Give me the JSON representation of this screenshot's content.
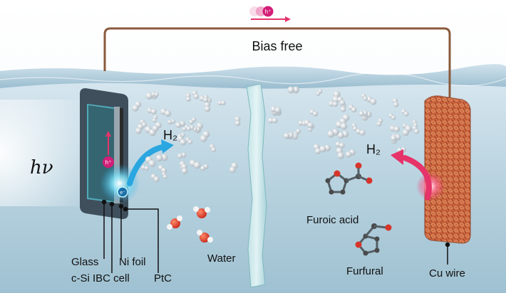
{
  "diagram": {
    "title": "Bias free",
    "hole_symbol": "h⁺",
    "electron_symbol": "e⁻",
    "light_label": "hν",
    "h2_left": "H₂",
    "h2_right": "H₂",
    "labels": {
      "glass": "Glass",
      "csi": "c-Si IBC cell",
      "ni": "Ni foil",
      "ptc": "PtC",
      "water": "Water",
      "furoic": "Furoic acid",
      "furfural": "Furfural",
      "cu": "Cu wire"
    },
    "colors": {
      "wire": "#8a5a3c",
      "water_top": "#dbe9f1",
      "water_deep": "#9fc1d1",
      "device": "#3f4f5c",
      "blue_arrow": "#2aa6e0",
      "pink_arrow": "#e6336a",
      "copper": "#c9633e",
      "hole": "#d21e78"
    }
  }
}
